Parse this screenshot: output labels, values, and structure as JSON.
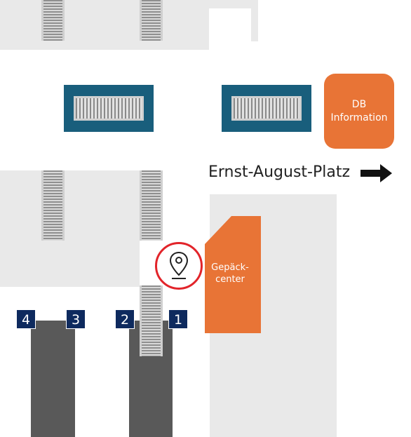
{
  "map": {
    "db_information": {
      "line1": "DB",
      "line2": "Information"
    },
    "street_label": "Ernst-August-Platz",
    "luggage_center": {
      "line1": "Gepäck-",
      "line2": "center"
    },
    "tracks": [
      "4",
      "3",
      "2",
      "1"
    ],
    "icons": {
      "arrow": "arrow-right-icon",
      "location": "location-pin-icon",
      "stairs": "stairs-icon",
      "escalator": "escalator-icon"
    },
    "colors": {
      "info_orange": "#e87436",
      "escalator_blue": "#195e7c",
      "track_badge_navy": "#0e2a5e",
      "pin_red": "#e2242a",
      "platform_gray": "#595959",
      "hall_gray": "#e9e9e9"
    }
  }
}
